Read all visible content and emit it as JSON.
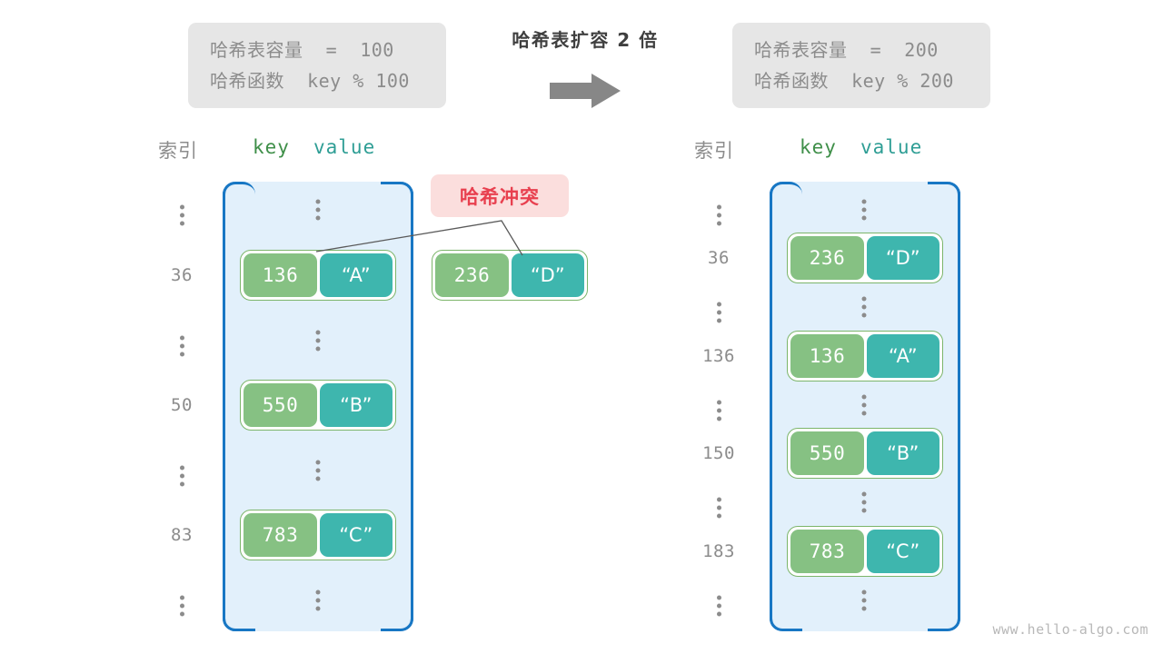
{
  "center": {
    "title": "哈希表扩容 2 倍",
    "arrow_icon": "right-arrow-icon",
    "arrow_color": "#878787"
  },
  "left_panel": {
    "info": {
      "capacity_label": "哈希表容量",
      "capacity_line": "哈希表容量  =  100",
      "hash_fn_line": "哈希函数  key % 100",
      "capacity_value": "100",
      "hash_function": "key % 100"
    },
    "headers": {
      "index": "索引",
      "key": "key",
      "value": "value"
    },
    "rows": [
      {
        "index": "⋮",
        "type": "dots"
      },
      {
        "index": "36",
        "type": "entry",
        "key": "136",
        "value": "“A”"
      },
      {
        "index": "⋮",
        "type": "dots"
      },
      {
        "index": "50",
        "type": "entry",
        "key": "550",
        "value": "“B”"
      },
      {
        "index": "⋮",
        "type": "dots"
      },
      {
        "index": "83",
        "type": "entry",
        "key": "783",
        "value": "“C”"
      },
      {
        "index": "⋮",
        "type": "dots"
      }
    ]
  },
  "collision": {
    "badge_label": "哈希冲突",
    "badge_color": "#e8404f",
    "badge_background": "#fbdedd",
    "pending_entry": {
      "key": "236",
      "value": "“D”"
    }
  },
  "right_panel": {
    "info": {
      "capacity_label": "哈希表容量",
      "capacity_line": "哈希表容量  =  200",
      "hash_fn_line": "哈希函数  key % 200",
      "capacity_value": "200",
      "hash_function": "key % 200"
    },
    "headers": {
      "index": "索引",
      "key": "key",
      "value": "value"
    },
    "rows": [
      {
        "index": "⋮",
        "type": "dots"
      },
      {
        "index": "36",
        "type": "entry",
        "key": "236",
        "value": "“D”"
      },
      {
        "index": "⋮",
        "type": "dots"
      },
      {
        "index": "136",
        "type": "entry",
        "key": "136",
        "value": "“A”"
      },
      {
        "index": "⋮",
        "type": "dots"
      },
      {
        "index": "150",
        "type": "entry",
        "key": "550",
        "value": "“B”"
      },
      {
        "index": "⋮",
        "type": "dots"
      },
      {
        "index": "183",
        "type": "entry",
        "key": "783",
        "value": "“C”"
      },
      {
        "index": "⋮",
        "type": "dots"
      }
    ]
  },
  "watermark": "www.hello-algo.com",
  "colors": {
    "key_fill": "#86c183",
    "value_fill": "#3eb6ae",
    "table_fill": "#e2f0fb",
    "table_border": "#1877c4",
    "info_fill": "#e6e6e6",
    "muted_text": "#8c8c8c"
  }
}
